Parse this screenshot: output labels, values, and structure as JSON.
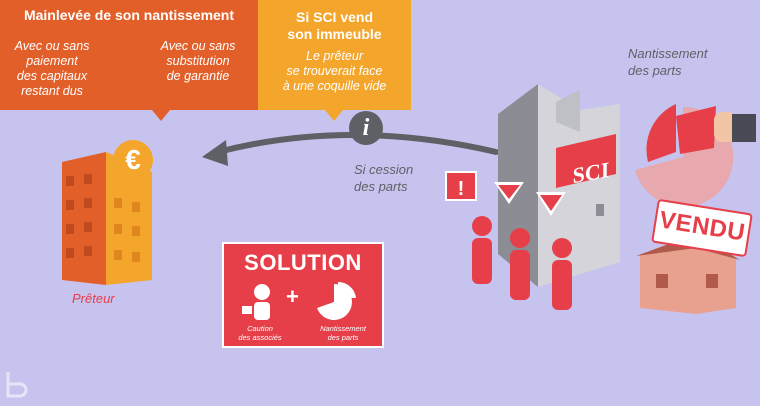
{
  "box_left": {
    "title": "Mainlevée de son nantissement",
    "col1": [
      "Avec ou sans",
      "paiement",
      "des capitaux",
      "restant dus"
    ],
    "col2": [
      "Avec ou sans",
      "substitution",
      "de garantie"
    ]
  },
  "box_right": {
    "title": [
      "Si SCI vend",
      "son immeuble"
    ],
    "text": [
      "Le prêteur",
      "se trouverait face",
      "à une coquille vide"
    ]
  },
  "nantissement_label": [
    "Nantissement",
    "des parts"
  ],
  "cession_label": [
    "Si cession",
    "des parts"
  ],
  "preteur_label": "Prêteur",
  "info_symbol": "i",
  "euro_symbol": "€",
  "sci_label": "SCI",
  "vendu_label": "VENDU",
  "solution": {
    "title": "SOLUTION",
    "plus": "+",
    "caution": [
      "Caution",
      "des associés"
    ],
    "nantissement": [
      "Nantissement",
      "des parts"
    ]
  },
  "colors": {
    "background": "#c7c3ef",
    "orange": "#e35f2a",
    "yellow": "#f4a52c",
    "red": "#e63f49",
    "grey": "#5f5f66"
  }
}
